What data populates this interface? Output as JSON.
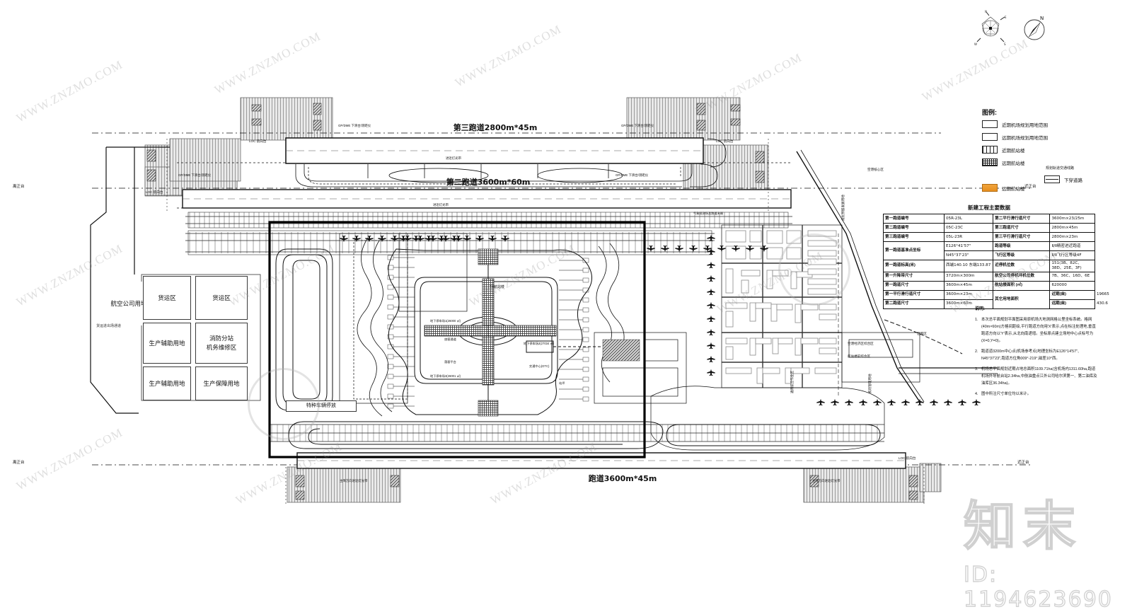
{
  "document": {
    "type": "airport-master-plan",
    "watermark_text": "znzmo.com",
    "watermark_domain": "WWW.ZNZMO.COM",
    "brand": "知末",
    "asset_id": "ID: 1194623690"
  },
  "runways": [
    {
      "id": "rwy3",
      "label": "第三跑道2800m*45m"
    },
    {
      "id": "rwy2",
      "label": "第二跑道3600m*60m"
    },
    {
      "id": "rwy1",
      "label": "跑道3600m*45m"
    }
  ],
  "landuse": [
    {
      "label": "航空公司用地"
    },
    {
      "label": "货运区"
    },
    {
      "label": "货运区"
    },
    {
      "label": "生产辅助用地"
    },
    {
      "label": "消防分站\n机务维修区"
    },
    {
      "label": "生产辅助用地"
    },
    {
      "label": "生产保障用地"
    },
    {
      "label": "特种车辆停放"
    }
  ],
  "landuse_side_note": "货运进出场通道",
  "terminal_notes": [
    "T4航站楼",
    "地下停车场1(26000 ㎡)",
    "地下停车场2(27034 ㎡)",
    "地下停车场3(26001 ㎡)",
    "交通中心(GTC)",
    "旅客通道",
    "落客平台",
    "站坪"
  ],
  "legend": {
    "title": "图例:",
    "items": [
      {
        "swatch": "sw-plain",
        "label": "近期机场规划用地范围"
      },
      {
        "swatch": "sw-plain",
        "label": "远期机场规划用地范围"
      },
      {
        "swatch": "sw-term",
        "label": "近期航站楼"
      },
      {
        "swatch": "sw-termf",
        "label": "远期航站楼"
      },
      {
        "swatch": "sw-orange",
        "label": "远期航站楼"
      }
    ],
    "rail_note": "规划轨道交通线路",
    "underpass": {
      "swatch": "sw-under",
      "label": "下穿道路"
    }
  },
  "data_table": {
    "title": "新建工程主要数据",
    "rows": [
      {
        "k1": "第一跑道编号",
        "v1": "05R-23L",
        "k2": "第二平行滑行道尺寸",
        "v2": "3600m×23/25m"
      },
      {
        "k1": "第二跑道编号",
        "v1": "05C-23C",
        "k2": "第三跑道尺寸",
        "v2": "2800m×45m"
      },
      {
        "k1": "第三跑道编号",
        "v1": "05L-23R",
        "k2": "第三平行滑行道尺寸",
        "v2": "2800m×23m"
      },
      {
        "k1": "第一跑道基准点坐标",
        "v1": "E126°41'57\"",
        "k2": "跑道等级",
        "v2": "Ⅱ/Ⅱ精密进近跑道"
      },
      {
        "k1": "",
        "v1": "N45°37'23\"",
        "k2": "飞行区等级",
        "v2": "Ⅱ/Ⅱ飞行区等级4F"
      },
      {
        "k1": "第一跑道标高(米)",
        "v1": "西端140.10 东端133.87",
        "k2": "近停机位数",
        "v2": "151(3B、82C、38D、25E、3F)"
      },
      {
        "k1": "第一升降带尺寸",
        "v1": "3720m×300m",
        "k2": "航空公司停机坪机位数",
        "v2": "7B、36C、16D、6E"
      },
      {
        "k1": "第一跑道尺寸",
        "v1": "3600m×45m",
        "k2": "航站楼面积 (㎡)",
        "v2": "620000"
      },
      {
        "k1": "第一平行滑行道尺寸",
        "v1": "3600m×23m",
        "k2": "其它用地面积",
        "k2b": "近期(亩)",
        "v2": "19665"
      },
      {
        "k1": "第二跑道尺寸",
        "v1": "3600m×60m",
        "k2": "",
        "k2b": "远期(亩)",
        "v2": "430.6"
      }
    ]
  },
  "notes": {
    "title": "说明:",
    "items": [
      {
        "no": "1.",
        "text": "本次总平面规划平面图采用原机场大地测网格公里坐标系统。格网(40m×60m)方格间距绘,平行跑道方向用'X'表示,点在标注处理地,垂直跑道方向以'Y'表示,从北向南递增。坐标原点建立场地中心点标号为(X=0,Y=0)。"
      },
      {
        "no": "2.",
        "text": "跑道道3200m中心点(机场参考点)地理坐标为E126°14'57\"、N45°37'23\",跑道方位角009°-219°,磁差10°西。"
      },
      {
        "no": "3.",
        "text": "机场总平面规划近期占地总面积1109.71ha(含机场内1311.60ha,跑道机场外导航台站2.34ha,中航油重点江外公司哈尔滨第一、第二油库及油库区36.34ha)。"
      },
      {
        "no": "4.",
        "text": "图中所注尺寸单位均以米计。"
      }
    ]
  },
  "map_annotations": {
    "compass_north": "N",
    "wind_rose_marks": [
      "N",
      "E",
      "S",
      "W"
    ],
    "left_markers": [
      "离正台",
      "离正台"
    ],
    "right_markers": [
      "近正台",
      "近正台"
    ],
    "loc_labels": [
      "LOC 航向台",
      "LOC 航向台",
      "LOC 航向台",
      "LOC 航向台"
    ],
    "gp_labels": [
      "GP/DME 下滑台/测距仪",
      "GP/DME 下滑台/测距仪",
      "GP/DME 下滑台/测距仪",
      "GP/DME 下滑台/测距仪"
    ],
    "zone_labels": [
      "主降方向进近灯光带",
      "主降方向进近灯光带",
      "进近灯光带",
      "进近灯光带"
    ],
    "right_area": [
      "空港经济区综合区",
      "航站楼前综合区",
      "机场管理用地",
      "通用航空作业区",
      "油库区"
    ],
    "misc": [
      "规划预留发展用地",
      "空港核心区",
      "气象观测场及跑道末端"
    ]
  }
}
